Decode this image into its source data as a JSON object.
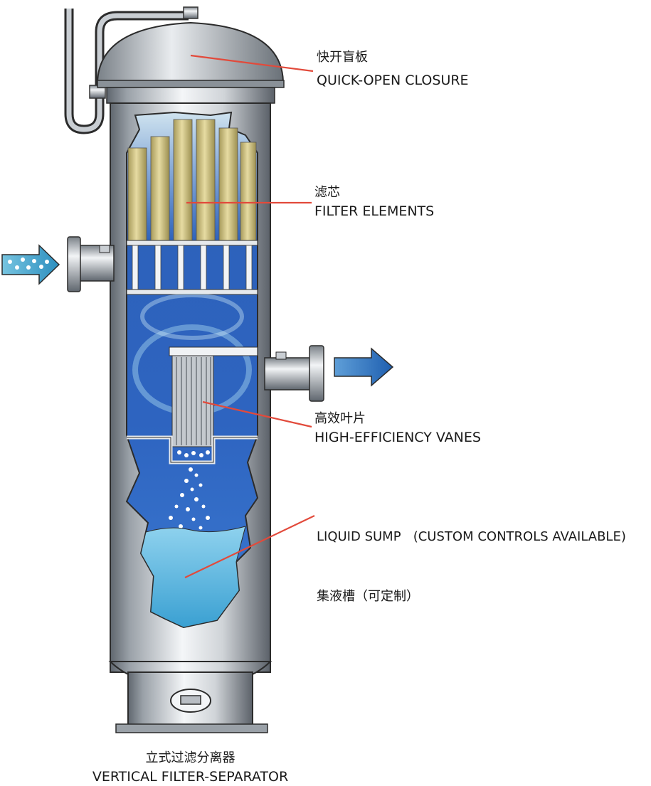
{
  "labels": {
    "closure": {
      "cn": "快开盲板",
      "en": "QUICK-OPEN CLOSURE"
    },
    "filters": {
      "cn": "滤芯",
      "en": "FILTER ELEMENTS"
    },
    "vanes": {
      "cn": "高效叶片",
      "en": "HIGH-EFFICIENCY VANES"
    },
    "sump": {
      "en": "LIQUID SUMP   (CUSTOM CONTROLS AVAILABLE)",
      "cn": "集液槽（可定制）"
    }
  },
  "caption": {
    "cn": "立式过滤分离器",
    "en": "VERTICAL FILTER-SEPARATOR"
  },
  "colors": {
    "steel_light": "#f2f4f6",
    "steel_mid": "#b9bec4",
    "steel_dark": "#6c737b",
    "interior_blue": "#2a5fb8",
    "water": "#5cb4dc",
    "filter_gold": "#d8c98a",
    "leader_line": "#e24a3b",
    "arrow": "#3e9fc9"
  }
}
